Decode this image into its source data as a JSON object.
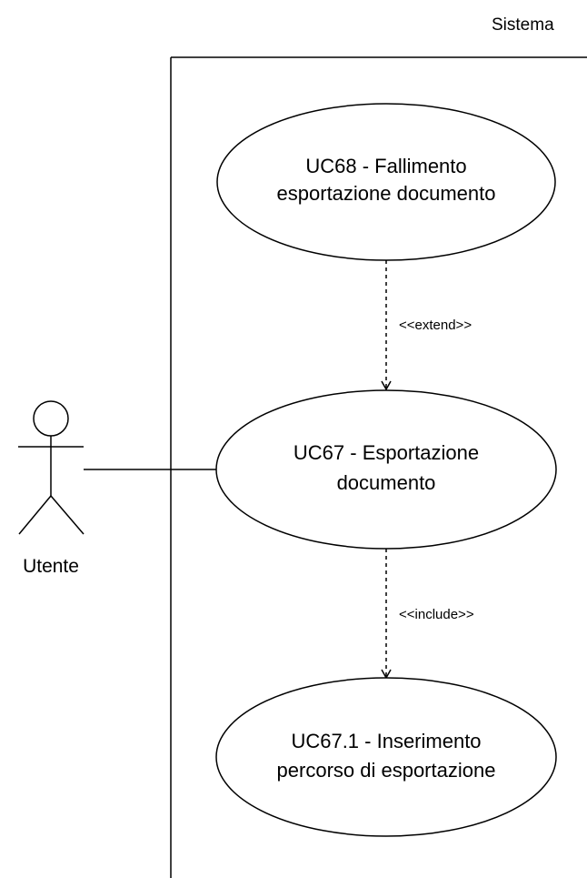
{
  "system": {
    "title": "Sistema"
  },
  "actor": {
    "label": "Utente"
  },
  "use_cases": {
    "uc68": {
      "line1": "UC68 - Fallimento",
      "line2": "esportazione documento"
    },
    "uc67": {
      "line1": "UC67 - Esportazione",
      "line2": "documento"
    },
    "uc67_1": {
      "line1": "UC67.1 - Inserimento",
      "line2": "percorso di esportazione"
    }
  },
  "relations": {
    "extend": "<<extend>>",
    "include": "<<include>>"
  },
  "colors": {
    "stroke": "#000000",
    "fill": "#ffffff",
    "text": "#000000"
  }
}
